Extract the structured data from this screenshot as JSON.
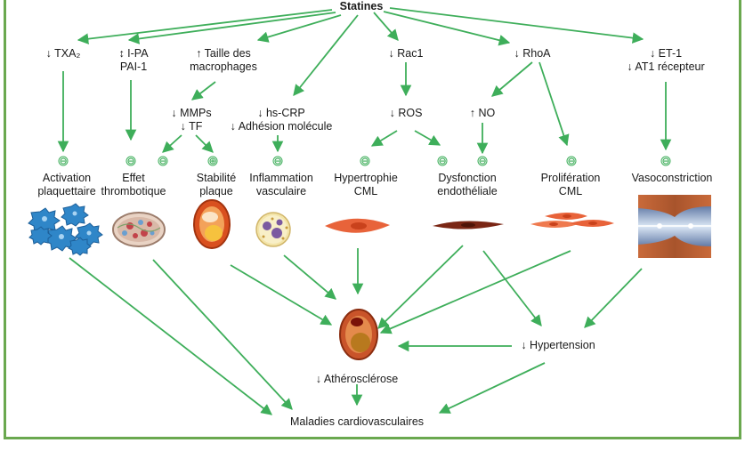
{
  "colors": {
    "arrow": "#3eae5a",
    "frame": "#6aa84f",
    "text": "#1a1a1a"
  },
  "nodes": {
    "statines": [
      "Statines"
    ],
    "txa2": [
      "↓ TXA₂"
    ],
    "ipa": [
      "↕ I-PA",
      "PAI-1"
    ],
    "taille": [
      "↑ Taille des",
      "macrophages"
    ],
    "rac1": [
      "↓ Rac1"
    ],
    "rhoa": [
      "↓ RhoA"
    ],
    "et1": [
      "↓ ET-1",
      "↓ AT1 récepteur"
    ],
    "mmps": [
      "↓ MMPs",
      "↓ TF"
    ],
    "hscrp": [
      "↓ hs-CRP",
      "↓ Adhésion molécule"
    ],
    "ros": [
      "↓ ROS"
    ],
    "no": [
      "↑ NO"
    ],
    "activation": [
      "Activation",
      "plaquettaire"
    ],
    "effet": [
      "Effet",
      "thrombotique"
    ],
    "stabilite": [
      "Stabilité",
      "plaque"
    ],
    "inflammation": [
      "Inflammation",
      "vasculaire"
    ],
    "hypertrophie": [
      "Hypertrophie",
      "CML"
    ],
    "dysfonction": [
      "Dysfonction",
      "endothéliale"
    ],
    "proliferation": [
      "Prolifération",
      "CML"
    ],
    "vasoconstriction": [
      "Vasoconstriction"
    ],
    "hypertension": [
      "↓ Hypertension"
    ],
    "atherosclerose": [
      "↓ Athérosclérose"
    ],
    "maladies": [
      "Maladies cardiovasculaires"
    ]
  },
  "signs": {
    "activation": "⊖",
    "effet1": "⊖",
    "effet2": "⊖",
    "stabilite": "⊕",
    "inflammation": "⊖",
    "hypertrophie": "⊖",
    "dysfonction1": "⊖",
    "dysfonction2": "⊖",
    "proliferation": "⊖",
    "vasoconstriction": "⊖"
  },
  "images": [
    "platelets-image",
    "thrombus-image",
    "plaque-image",
    "inflammatory-cell-image",
    "smooth-muscle-cell-image",
    "endothelial-cell-image",
    "proliferating-cells-image",
    "constricted-vessel-image",
    "atherosclerotic-artery-image"
  ]
}
